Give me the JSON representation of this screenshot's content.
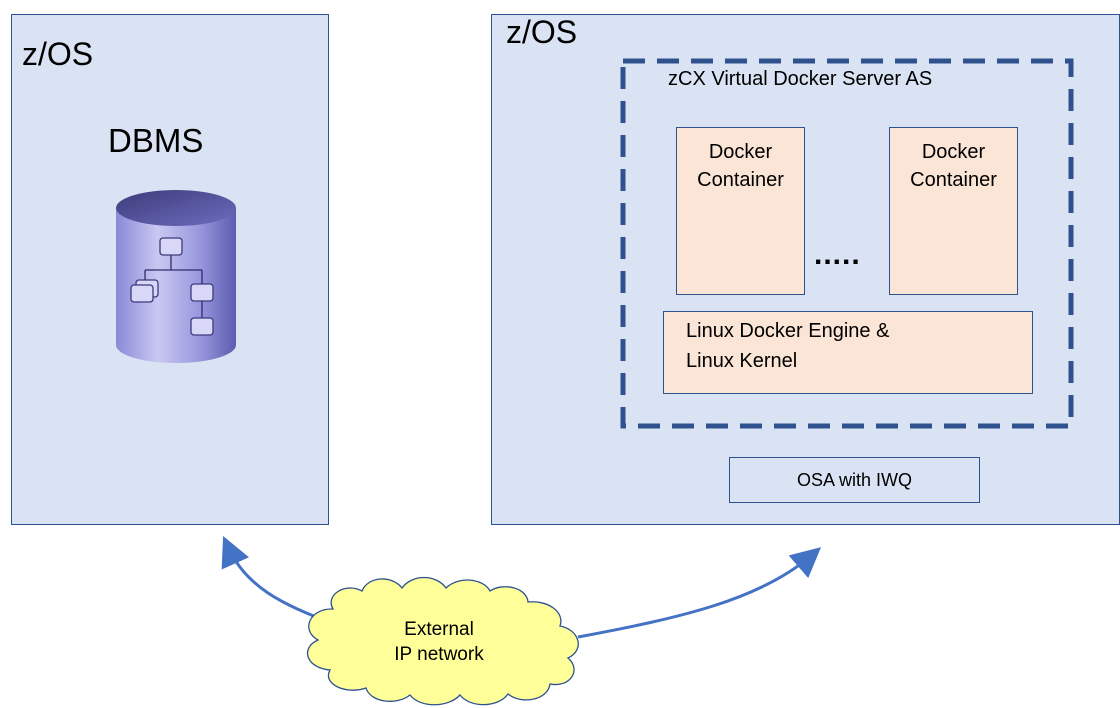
{
  "left_system": {
    "label": "z/OS",
    "dbms_title": "DBMS"
  },
  "right_system": {
    "label": "z/OS",
    "zcx_title": "zCX Virtual Docker Server AS",
    "containers": [
      {
        "line1": "Docker",
        "line2": "Container"
      },
      {
        "line1": "Docker",
        "line2": "Container"
      }
    ],
    "ellipsis": ".....",
    "engine": {
      "line1": "Linux Docker Engine &",
      "line2": "Linux Kernel"
    },
    "osa": "OSA with IWQ"
  },
  "network": {
    "line1": "External",
    "line2": "IP network"
  },
  "colors": {
    "system_fill": "#dae3f3",
    "system_border": "#2f528f",
    "container_fill": "#fbe5d6",
    "cloud_fill": "#ffff99",
    "arrow": "#4472c4"
  }
}
